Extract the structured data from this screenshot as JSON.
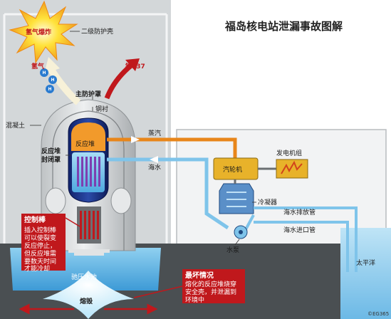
{
  "title": "福岛核电站泄漏事故图解",
  "labels": {
    "secondary_containment": "二级防护壳",
    "hydrogen_explosion": "氢气爆炸",
    "hydrogen": "氢气",
    "cesium": "铯137",
    "primary_containment": "主防护罩",
    "steel_liner": "钢衬",
    "concrete": "混凝土",
    "reactor": "反应堆",
    "reactor_enclosure": [
      "反应堆",
      "封闭罩"
    ],
    "steam": "蒸汽",
    "seawater": "海水",
    "turbine": "汽轮机",
    "generator": "发电机组",
    "condenser": "冷凝器",
    "seawater_discharge": "海水排放管",
    "seawater_intake": "海水进口管",
    "water_pump": "水泵",
    "pacific": "太平洋",
    "suppression_pool": "驰压水池",
    "meltdown": "熔毁",
    "credit": "©EG365",
    "h_symbol": "H"
  },
  "control_rod_box": {
    "title": "控制棒",
    "lines": [
      "插入控制棒",
      "可以使裂变",
      "反应停止，",
      "但反应堆需",
      "要数天时间",
      "才能冷却"
    ]
  },
  "worst_case_box": {
    "title": "最坏情况",
    "lines": [
      "熔化的反应堆烧穿",
      "安全壳，并泄漏到",
      "环境中"
    ]
  },
  "colors": {
    "accent_red": "#c0181c",
    "steam_orange": "#e8861a",
    "water_blue": "#7fc4ea",
    "panel_gray": "#d0d4d6",
    "ground": "#4a4f52"
  }
}
